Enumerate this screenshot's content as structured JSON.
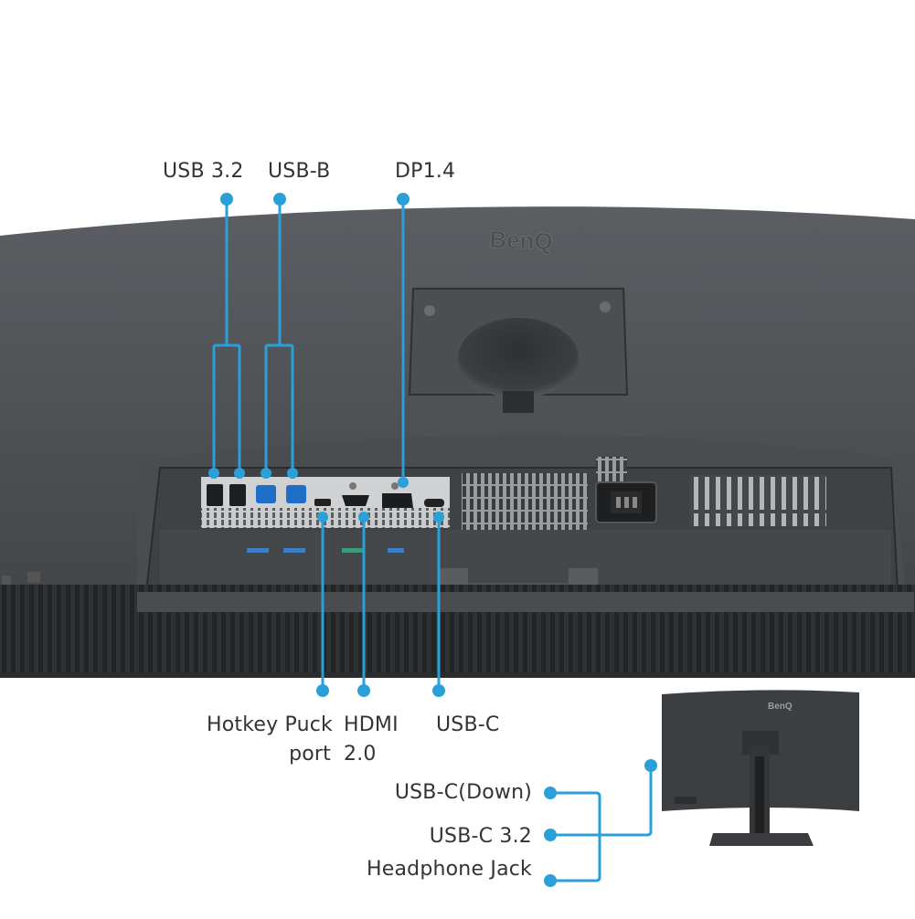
{
  "brand": "BenQ",
  "accent_color": "#2a9fd8",
  "top_labels": {
    "usb32": "USB 3.2",
    "usbb": "USB-B",
    "dp": "DP1.4"
  },
  "bottom_labels": {
    "hotkey_line1": "Hotkey Puck",
    "hotkey_line2": "port",
    "hdmi_line1": "HDMI",
    "hdmi_line2": "2.0",
    "usbc": "USB-C"
  },
  "side_labels": {
    "usbc_down": "USB-C(Down)",
    "usbc32": "USB-C 3.2",
    "headphone": "Headphone Jack"
  },
  "mini_brand": "BenQ"
}
